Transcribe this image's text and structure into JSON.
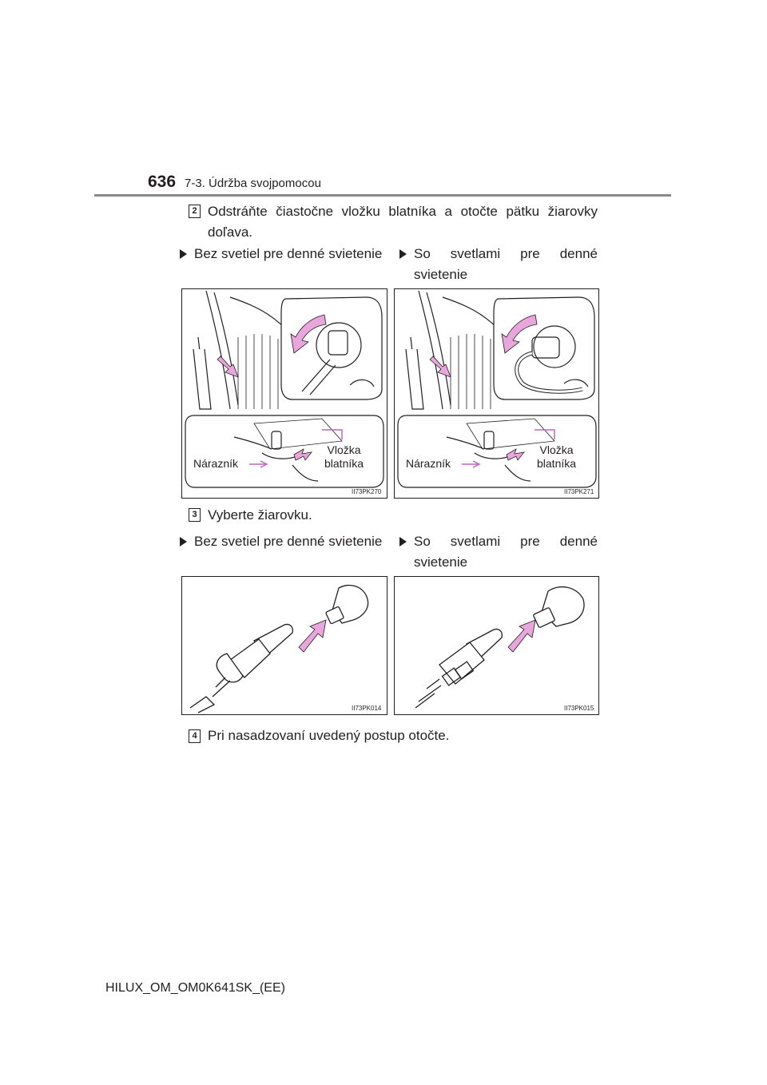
{
  "header": {
    "page_number": "636",
    "chapter": "7-3. Údržba svojpomocou"
  },
  "steps": [
    {
      "number": "2",
      "text": "Odstráňte čiastočne vložku blatníka a otočte pätku žiarovky doľava.",
      "options": [
        {
          "label": "Bez svetiel pre denné svietenie",
          "figure_code": "II73PK270",
          "callouts": {
            "left": "Nárazník",
            "right_line1": "Vložka",
            "right_line2": "blatníka"
          }
        },
        {
          "label": "So svetlami pre denné svietenie",
          "figure_code": "II73PK271",
          "callouts": {
            "left": "Nárazník",
            "right_line1": "Vložka",
            "right_line2": "blatníka"
          }
        }
      ]
    },
    {
      "number": "3",
      "text": "Vyberte žiarovku.",
      "options": [
        {
          "label": "Bez svetiel pre denné svietenie",
          "figure_code": "II73PK014"
        },
        {
          "label": "So svetlami pre denné svietenie",
          "figure_code": "II73PK015"
        }
      ]
    },
    {
      "number": "4",
      "text": "Pri nasadzovaní uvedený postup otočte."
    }
  ],
  "footer": {
    "document_code": "HILUX_OM_OM0K641SK_(EE)"
  },
  "colors": {
    "arrow": "#e9a6dc",
    "callout_line": "#c066c0",
    "rule": "#8a8a8a",
    "ink": "#231f20"
  }
}
